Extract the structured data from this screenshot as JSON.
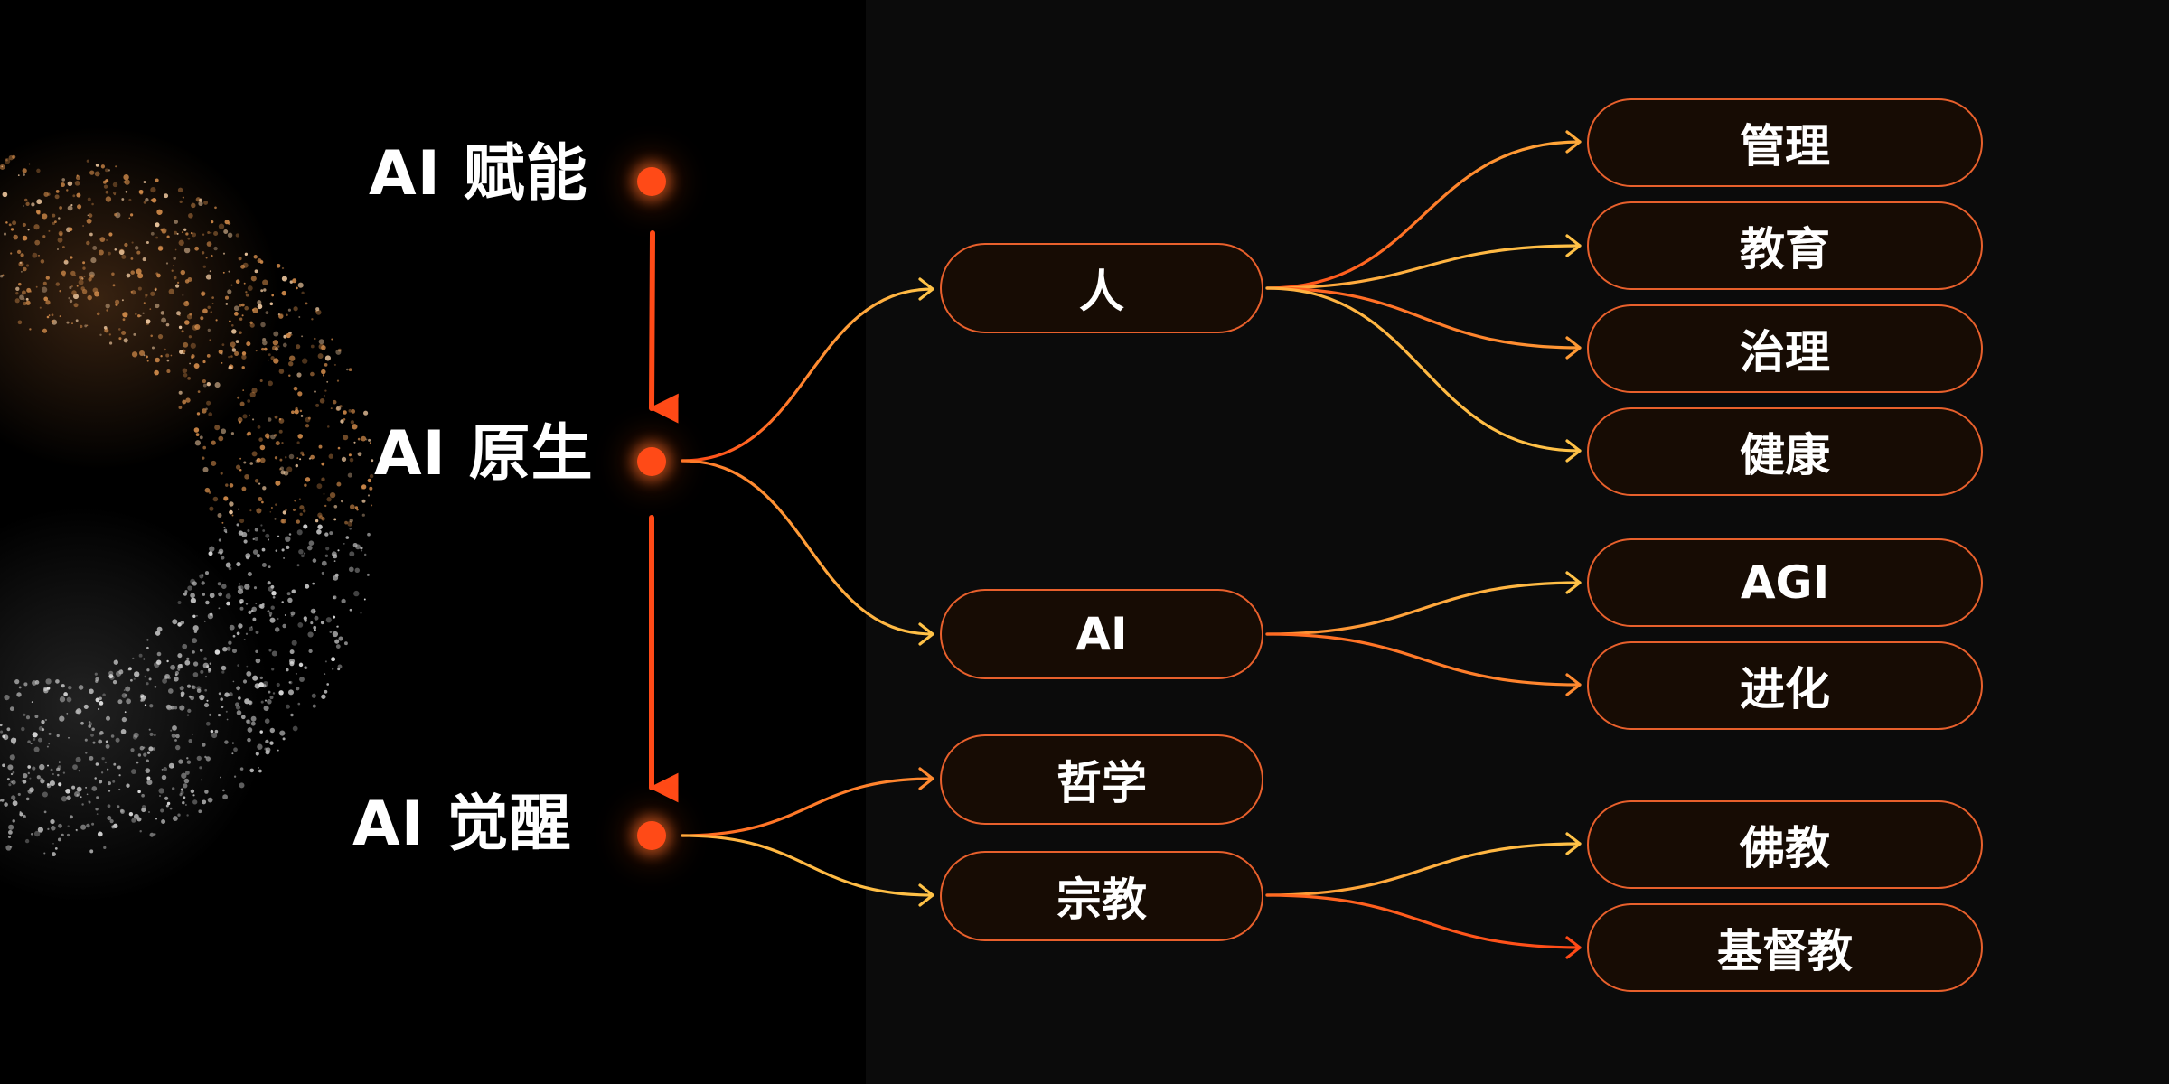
{
  "colors": {
    "background_left": "#000000",
    "background_right": "#0b0b0b",
    "accent_orange": "#ff4a17",
    "curve_yellow": "#ffc247",
    "pill_border": "#e8602c",
    "pill_fill": "#170c04",
    "text": "#ffffff"
  },
  "stages": [
    {
      "id": "empower",
      "label": "AI 赋能"
    },
    {
      "id": "native",
      "label": "AI 原生"
    },
    {
      "id": "awaken",
      "label": "AI 觉醒"
    }
  ],
  "branches": {
    "native": [
      "人",
      "AI"
    ],
    "awaken": [
      "哲学",
      "宗教"
    ]
  },
  "leaves": {
    "human": [
      "管理",
      "教育",
      "治理",
      "健康"
    ],
    "ai": [
      "AGI",
      "进化"
    ],
    "religion": [
      "佛教",
      "基督教"
    ]
  },
  "icons": {
    "stage_marker": "glowing-dot-icon",
    "flow_arrow": "arrow-down-icon",
    "link_arrow": "arrow-right-icon"
  }
}
